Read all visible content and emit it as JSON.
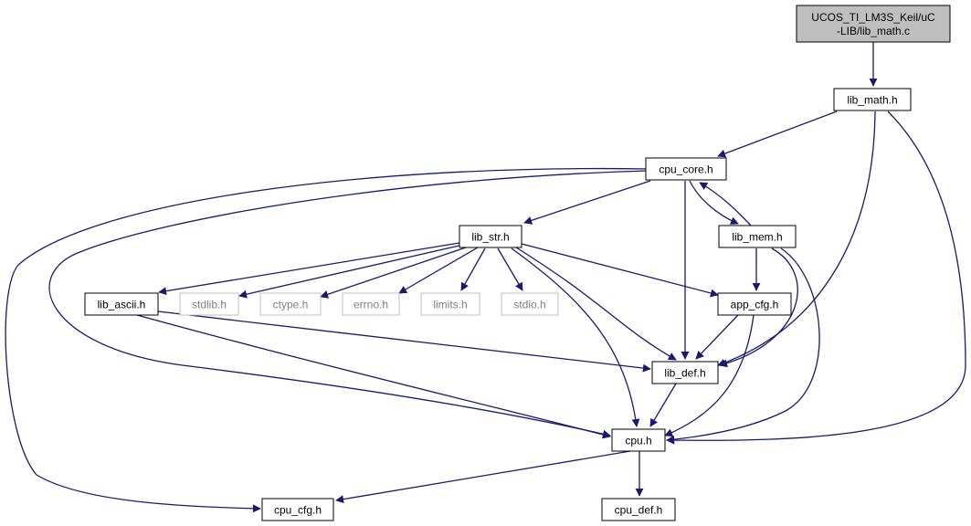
{
  "graph": {
    "root_title": "UCOS_TI_LM3S_Keil/uC-LIB/lib_math.c",
    "colors": {
      "edge": "#191970",
      "root_fill": "#bfbfbf",
      "node_border": "#000000",
      "missing_border": "#bfbfbf",
      "missing_text": "#7f7f7f"
    },
    "nodes": [
      {
        "id": "root",
        "lines": [
          "UCOS_TI_LM3S_Keil/uC",
          "-LIB/lib_math.c"
        ],
        "style": "root"
      },
      {
        "id": "lib_math",
        "lines": [
          "lib_math.h"
        ],
        "style": "normal"
      },
      {
        "id": "cpu_core",
        "lines": [
          "cpu_core.h"
        ],
        "style": "normal"
      },
      {
        "id": "lib_str",
        "lines": [
          "lib_str.h"
        ],
        "style": "normal"
      },
      {
        "id": "lib_mem",
        "lines": [
          "lib_mem.h"
        ],
        "style": "normal"
      },
      {
        "id": "lib_ascii",
        "lines": [
          "lib_ascii.h"
        ],
        "style": "normal"
      },
      {
        "id": "stdlib",
        "lines": [
          "stdlib.h"
        ],
        "style": "missing"
      },
      {
        "id": "ctype",
        "lines": [
          "ctype.h"
        ],
        "style": "missing"
      },
      {
        "id": "errno",
        "lines": [
          "errno.h"
        ],
        "style": "missing"
      },
      {
        "id": "limits",
        "lines": [
          "limits.h"
        ],
        "style": "missing"
      },
      {
        "id": "stdio",
        "lines": [
          "stdio.h"
        ],
        "style": "missing"
      },
      {
        "id": "app_cfg",
        "lines": [
          "app_cfg.h"
        ],
        "style": "normal"
      },
      {
        "id": "lib_def",
        "lines": [
          "lib_def.h"
        ],
        "style": "normal"
      },
      {
        "id": "cpu",
        "lines": [
          "cpu.h"
        ],
        "style": "normal"
      },
      {
        "id": "cpu_cfg",
        "lines": [
          "cpu_cfg.h"
        ],
        "style": "normal"
      },
      {
        "id": "cpu_def",
        "lines": [
          "cpu_def.h"
        ],
        "style": "normal"
      }
    ],
    "edges": [
      {
        "from": "root",
        "to": "lib_math"
      },
      {
        "from": "lib_math",
        "to": "cpu_core"
      },
      {
        "from": "lib_math",
        "to": "lib_def"
      },
      {
        "from": "lib_math",
        "to": "cpu"
      },
      {
        "from": "cpu_core",
        "to": "lib_str"
      },
      {
        "from": "cpu_core",
        "to": "lib_mem"
      },
      {
        "from": "cpu_core",
        "to": "lib_def"
      },
      {
        "from": "cpu_core",
        "to": "cpu"
      },
      {
        "from": "cpu_core",
        "to": "cpu_cfg"
      },
      {
        "from": "lib_mem",
        "to": "cpu_core"
      },
      {
        "from": "lib_mem",
        "to": "app_cfg"
      },
      {
        "from": "lib_mem",
        "to": "lib_def"
      },
      {
        "from": "lib_mem",
        "to": "cpu"
      },
      {
        "from": "lib_str",
        "to": "lib_ascii"
      },
      {
        "from": "lib_str",
        "to": "stdlib"
      },
      {
        "from": "lib_str",
        "to": "ctype"
      },
      {
        "from": "lib_str",
        "to": "errno"
      },
      {
        "from": "lib_str",
        "to": "limits"
      },
      {
        "from": "lib_str",
        "to": "stdio"
      },
      {
        "from": "lib_str",
        "to": "app_cfg"
      },
      {
        "from": "lib_str",
        "to": "lib_def"
      },
      {
        "from": "lib_str",
        "to": "cpu"
      },
      {
        "from": "lib_ascii",
        "to": "lib_def"
      },
      {
        "from": "lib_ascii",
        "to": "cpu"
      },
      {
        "from": "app_cfg",
        "to": "lib_def"
      },
      {
        "from": "app_cfg",
        "to": "cpu"
      },
      {
        "from": "lib_def",
        "to": "cpu"
      },
      {
        "from": "cpu",
        "to": "cpu_cfg"
      },
      {
        "from": "cpu",
        "to": "cpu_def"
      }
    ]
  }
}
